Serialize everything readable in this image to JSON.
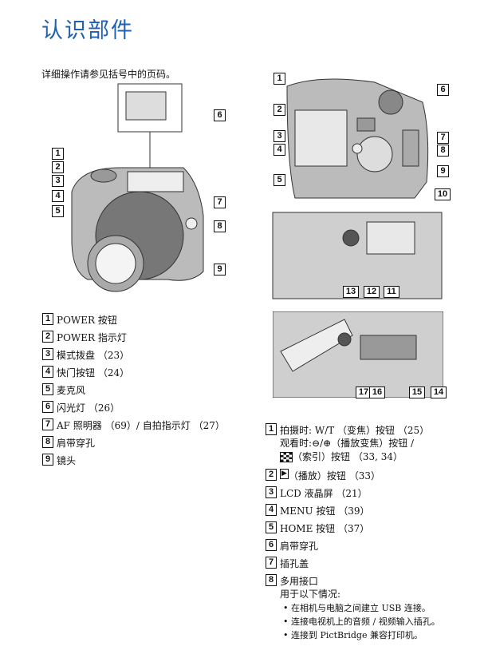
{
  "title": "认识部件",
  "intro": "详细操作请参见括号中的页码。",
  "left_list": [
    {
      "n": "1",
      "text": "POWER 按钮"
    },
    {
      "n": "2",
      "text": "POWER 指示灯"
    },
    {
      "n": "3",
      "text": "模式拨盘 （23）"
    },
    {
      "n": "4",
      "text": "快门按钮 （24）"
    },
    {
      "n": "5",
      "text": "麦克风"
    },
    {
      "n": "6",
      "text": "闪光灯 （26）"
    },
    {
      "n": "7",
      "text": "AF 照明器 （69）/ 自拍指示灯 （27）"
    },
    {
      "n": "8",
      "text": "肩带穿孔"
    },
    {
      "n": "9",
      "text": "镜头"
    }
  ],
  "right_list": {
    "item1": {
      "n": "1",
      "line1": "拍摄时: W/T （变焦）按钮 （25）",
      "line2a": "观看时:",
      "line2b": "（播放变焦）按钮 /",
      "line3": "（索引）按钮 （33, 34）"
    },
    "item2": {
      "n": "2",
      "text": "（播放）按钮 （33）"
    },
    "items": [
      {
        "n": "3",
        "text": "LCD 液晶屏 （21）"
      },
      {
        "n": "4",
        "text": "MENU 按钮 （39）"
      },
      {
        "n": "5",
        "text": "HOME 按钮 （37）"
      },
      {
        "n": "6",
        "text": "肩带穿孔"
      },
      {
        "n": "7",
        "text": "插孔盖"
      }
    ],
    "item8": {
      "n": "8",
      "text": "多用接口",
      "sub": "用于以下情况:",
      "bullets": [
        "在相机与电脑之间建立 USB 连接。",
        "连接电视机上的音频 / 视频输入插孔。",
        "连接到 PictBridge 兼容打印机。"
      ]
    }
  },
  "callouts_left": [
    "1",
    "2",
    "3",
    "4",
    "5",
    "6",
    "7",
    "8",
    "9"
  ],
  "callouts_right": [
    "1",
    "2",
    "3",
    "4",
    "5",
    "6",
    "7",
    "8",
    "9",
    "10",
    "13",
    "12",
    "11",
    "17",
    "16",
    "15",
    "14"
  ]
}
